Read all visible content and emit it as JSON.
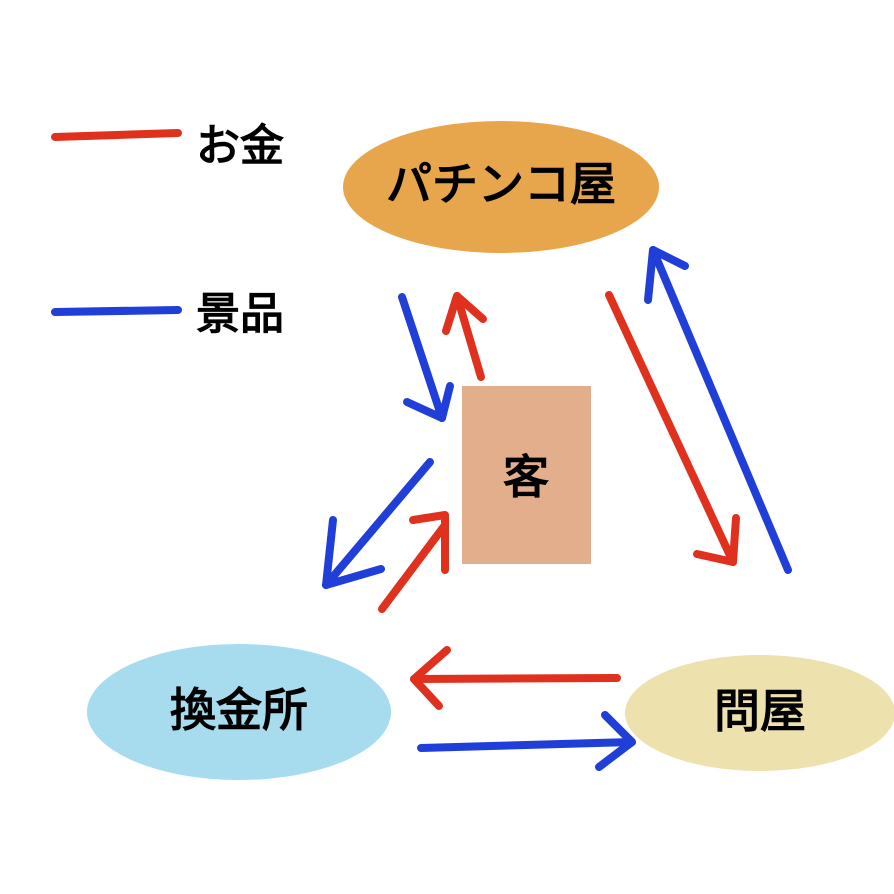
{
  "colors": {
    "money": "#e0301e",
    "goods": "#1f3fd8",
    "pachinko_fill": "#e8a64c",
    "kokyaku_fill": "#e2ae8c",
    "kankin_fill": "#a6dcee",
    "ton_fill": "#ede1ad"
  },
  "legend": {
    "money_label": "お金",
    "goods_label": "景品"
  },
  "nodes": {
    "pachinko": "パチンコ屋",
    "customer": "客",
    "exchange": "換金所",
    "wholesaler": "問屋"
  }
}
